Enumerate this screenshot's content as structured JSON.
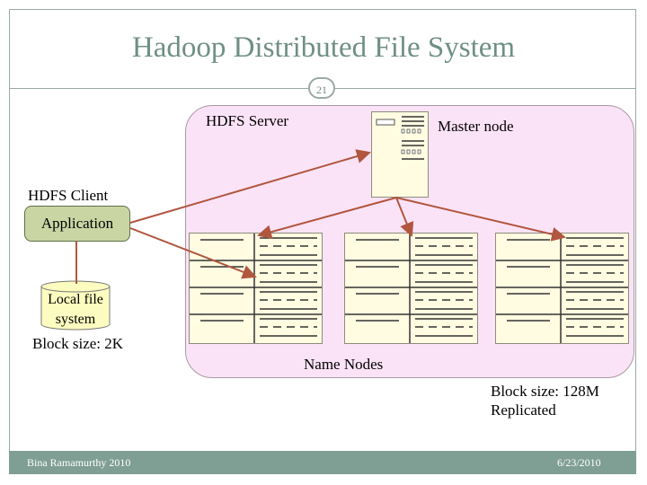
{
  "slide": {
    "title": "Hadoop Distributed File System",
    "page_number": "21",
    "footer_left": "Bina Ramamurthy 2010",
    "footer_right": "6/23/2010"
  },
  "diagram": {
    "hdfs_server_label": "HDFS Server",
    "master_node_label": "Master node",
    "hdfs_client_label": "HDFS Client",
    "application_label": "Application",
    "local_fs_line1": "Local file",
    "local_fs_line2": "system",
    "client_block_size": "Block size: 2K",
    "name_nodes_label": "Name Nodes",
    "server_block_size": "Block size: 128M",
    "replicated_label": "Replicated"
  },
  "colors": {
    "title": "#6f8f86",
    "server_area": "#fbe3f7",
    "application_box": "#c9d6a4",
    "arrow": "#b1563f",
    "footer_bar": "#7f9e94"
  }
}
